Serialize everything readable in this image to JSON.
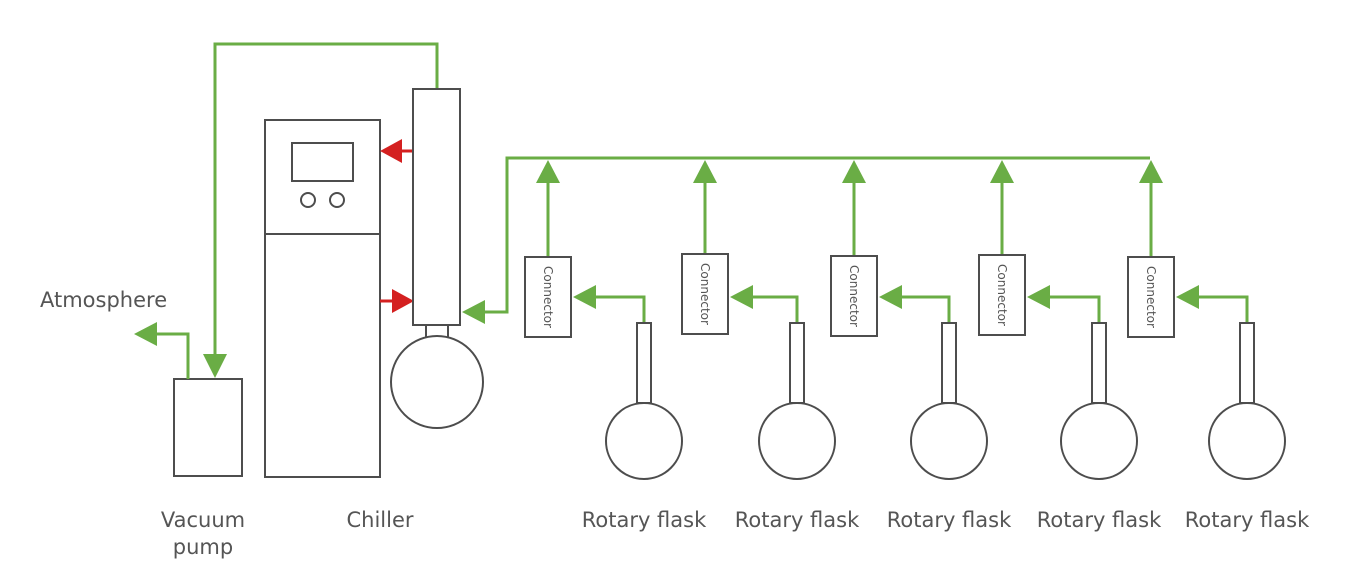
{
  "labels": {
    "atmosphere": "Atmosphere",
    "vacuum_pump_line1": "Vacuum",
    "vacuum_pump_line2": "pump",
    "chiller": "Chiller"
  },
  "connector_label": "Connector",
  "flask_label": "Rotary flask",
  "flask_count": 5,
  "colors": {
    "vacuum_line": "#6aad45",
    "coolant_arrow": "#d42020",
    "outline": "#4d4d4d",
    "text": "#555555"
  }
}
